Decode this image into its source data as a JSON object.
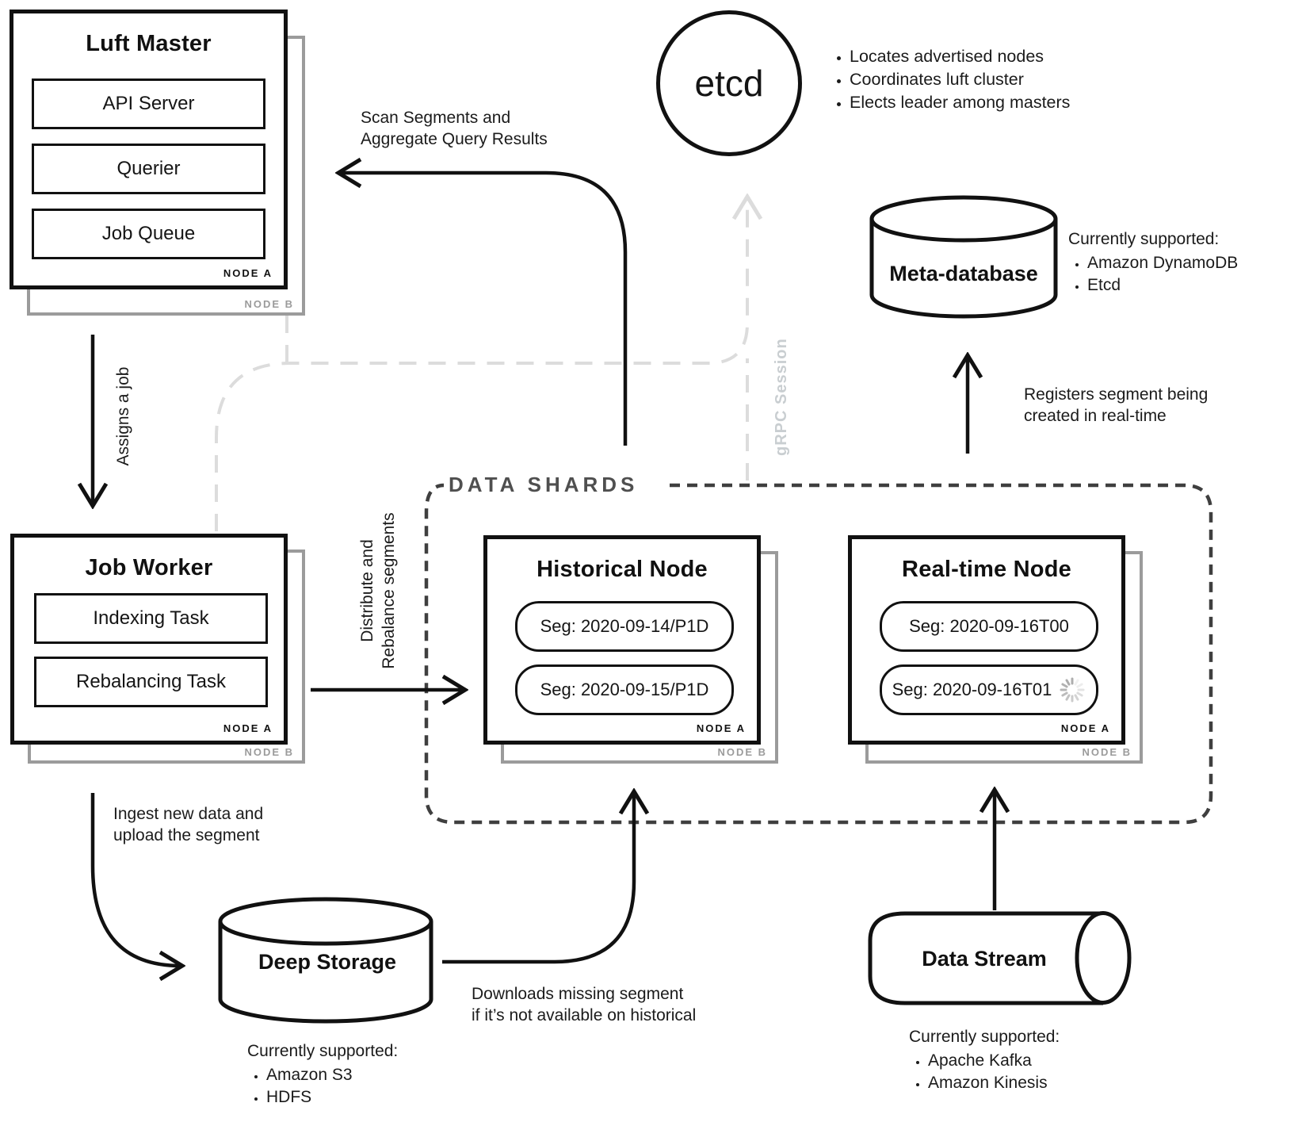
{
  "colors": {
    "ink": "#111111",
    "shadow_gray": "#9b9b9b",
    "light_dash": "#dcdcdc",
    "dark_dash": "#3f3f3f",
    "shards_label_gray": "#4f4f4f",
    "grpc_gray": "#c9ced1",
    "spinner_gray": "#a9a9a9"
  },
  "luft_master": {
    "title": "Luft Master",
    "components": [
      "API Server",
      "Querier",
      "Job Queue"
    ],
    "node_a_label": "NODE A",
    "node_b_label": "NODE B"
  },
  "job_worker": {
    "title": "Job Worker",
    "components": [
      "Indexing Task",
      "Rebalancing Task"
    ],
    "node_a_label": "NODE A",
    "node_b_label": "NODE B"
  },
  "etcd": {
    "label": "etcd",
    "bullets": [
      "Locates advertised nodes",
      "Coordinates luft cluster",
      "Elects leader among masters"
    ]
  },
  "meta_database": {
    "title": "Meta-database",
    "supported_heading": "Currently supported:",
    "supported": [
      "Amazon DynamoDB",
      "Etcd"
    ]
  },
  "data_shards": {
    "label": "DATA SHARDS",
    "historical_node": {
      "title": "Historical Node",
      "segments": [
        "Seg: 2020-09-14/P1D",
        "Seg: 2020-09-15/P1D"
      ],
      "node_a_label": "NODE A",
      "node_b_label": "NODE B"
    },
    "realtime_node": {
      "title": "Real-time Node",
      "segments": [
        "Seg: 2020-09-16T00",
        "Seg: 2020-09-16T01"
      ],
      "node_a_label": "NODE A",
      "node_b_label": "NODE B"
    }
  },
  "deep_storage": {
    "title": "Deep Storage",
    "supported_heading": "Currently supported:",
    "supported": [
      "Amazon S3",
      "HDFS"
    ]
  },
  "data_stream": {
    "title": "Data Stream",
    "supported_heading": "Currently supported:",
    "supported": [
      "Apache Kafka",
      "Amazon Kinesis"
    ]
  },
  "annotations": {
    "scan_line1": "Scan Segments and",
    "scan_line2": "Aggregate Query Results",
    "assigns_job": "Assigns a job",
    "distribute_line1": "Distribute and",
    "distribute_line2": "Rebalance segments",
    "ingest_line1": "Ingest new data and",
    "ingest_line2": "upload the segment",
    "downloads_line1": "Downloads missing segment",
    "downloads_line2": "if it’s not available on historical",
    "registers_line1": "Registers segment being",
    "registers_line2": "created in real-time",
    "grpc_session": "gRPC Session"
  }
}
